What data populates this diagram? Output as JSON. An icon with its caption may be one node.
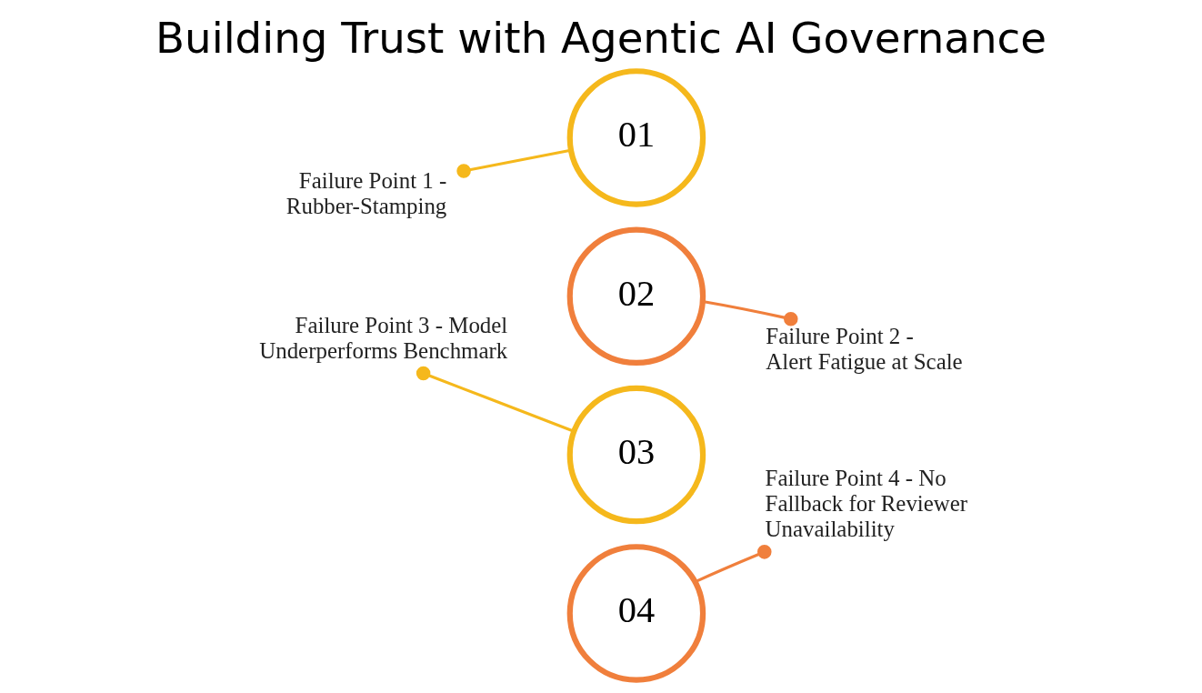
{
  "diagram": {
    "title": "Building Trust with Agentic AI Governance",
    "nodes": [
      {
        "text": [
          "Failure Point 1 - Rubber-Stamping"
        ]
      },
      {
        "text": [
          "01"
        ]
      },
      {
        "text": [
          "02"
        ]
      },
      {
        "text": [
          "Failure Point 2 - Alert Fatigue at Scale"
        ]
      },
      {
        "text": [
          "Failure Point 3 - Model Underperforms Benchmark"
        ]
      },
      {
        "text": [
          "03"
        ]
      },
      {
        "text": [
          "04"
        ]
      },
      {
        "text": [
          "Failure Point 4 - No Fallback for Reviewer Unavailability"
        ]
      }
    ],
    "edges": [
      {
        "from": 0,
        "to": 1,
        "arrow": "other",
        "color": "#f5b81c"
      },
      {
        "from": 3,
        "to": 2,
        "arrow": "other",
        "color": "#f07f3c"
      },
      {
        "from": 4,
        "to": 5,
        "arrow": "other",
        "color": "#f5b81c"
      },
      {
        "from": 7,
        "to": 6,
        "arrow": "other",
        "color": "#f07f3c"
      }
    ]
  }
}
